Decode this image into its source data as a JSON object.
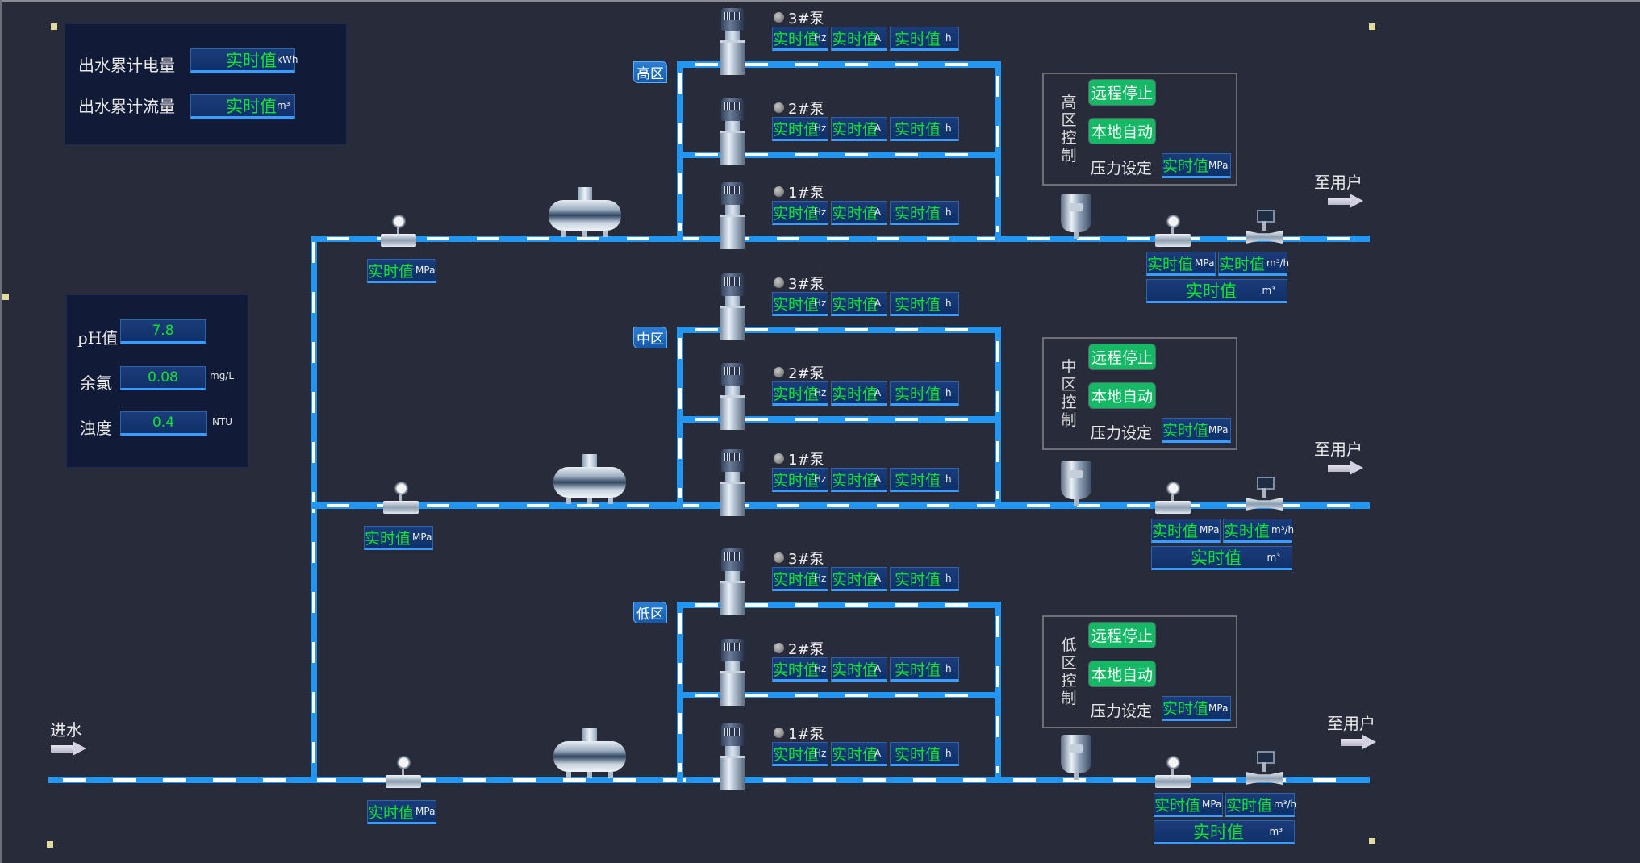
{
  "energy_panel": {
    "rows": [
      {
        "label": "出水累计电量",
        "value": "实时值",
        "unit": "kWh"
      },
      {
        "label": "出水累计流量",
        "value": "实时值",
        "unit": "m³"
      }
    ]
  },
  "quality_panel": {
    "rows": [
      {
        "label": "pH值",
        "value": "7.8",
        "unit": ""
      },
      {
        "label": "余氯",
        "value": "0.08",
        "unit": "mg/L"
      },
      {
        "label": "浊度",
        "value": "0.4",
        "unit": "NTU"
      }
    ]
  },
  "inlet": {
    "label": "进水"
  },
  "zones": [
    {
      "tag": "高区",
      "inlet_pressure": {
        "value": "实时值",
        "unit": "MPa"
      },
      "pumps": [
        {
          "name": "3#泵",
          "freq": "实时值",
          "freq_unit": "Hz",
          "current": "实时值",
          "current_unit": "A",
          "runtime": "实时值",
          "runtime_unit": "h"
        },
        {
          "name": "2#泵",
          "freq": "实时值",
          "freq_unit": "Hz",
          "current": "实时值",
          "current_unit": "A",
          "runtime": "实时值",
          "runtime_unit": "h"
        },
        {
          "name": "1#泵",
          "freq": "实时值",
          "freq_unit": "Hz",
          "current": "实时值",
          "current_unit": "A",
          "runtime": "实时值",
          "runtime_unit": "h"
        }
      ],
      "control": {
        "title": "高区控制",
        "remote_stop": "远程停止",
        "local_auto": "本地自动",
        "pressure_label": "压力设定",
        "pressure_value": "实时值",
        "pressure_unit": "MPa"
      },
      "outlet": {
        "pressure": "实时值",
        "pressure_unit": "MPa",
        "flow": "实时值",
        "flow_unit": "m³/h",
        "total": "实时值",
        "total_unit": "m³",
        "to_user": "至用户"
      }
    },
    {
      "tag": "中区",
      "inlet_pressure": {
        "value": "实时值",
        "unit": "MPa"
      },
      "pumps": [
        {
          "name": "3#泵",
          "freq": "实时值",
          "freq_unit": "Hz",
          "current": "实时值",
          "current_unit": "A",
          "runtime": "实时值",
          "runtime_unit": "h"
        },
        {
          "name": "2#泵",
          "freq": "实时值",
          "freq_unit": "Hz",
          "current": "实时值",
          "current_unit": "A",
          "runtime": "实时值",
          "runtime_unit": "h"
        },
        {
          "name": "1#泵",
          "freq": "实时值",
          "freq_unit": "Hz",
          "current": "实时值",
          "current_unit": "A",
          "runtime": "实时值",
          "runtime_unit": "h"
        }
      ],
      "control": {
        "title": "中区控制",
        "remote_stop": "远程停止",
        "local_auto": "本地自动",
        "pressure_label": "压力设定",
        "pressure_value": "实时值",
        "pressure_unit": "MPa"
      },
      "outlet": {
        "pressure": "实时值",
        "pressure_unit": "MPa",
        "flow": "实时值",
        "flow_unit": "m³/h",
        "total": "实时值",
        "total_unit": "m³",
        "to_user": "至用户"
      }
    },
    {
      "tag": "低区",
      "inlet_pressure": {
        "value": "实时值",
        "unit": "MPa"
      },
      "pumps": [
        {
          "name": "3#泵",
          "freq": "实时值",
          "freq_unit": "Hz",
          "current": "实时值",
          "current_unit": "A",
          "runtime": "实时值",
          "runtime_unit": "h"
        },
        {
          "name": "2#泵",
          "freq": "实时值",
          "freq_unit": "Hz",
          "current": "实时值",
          "current_unit": "A",
          "runtime": "实时值",
          "runtime_unit": "h"
        },
        {
          "name": "1#泵",
          "freq": "实时值",
          "freq_unit": "Hz",
          "current": "实时值",
          "current_unit": "A",
          "runtime": "实时值",
          "runtime_unit": "h"
        }
      ],
      "control": {
        "title": "低区控制",
        "remote_stop": "远程停止",
        "local_auto": "本地自动",
        "pressure_label": "压力设定",
        "pressure_value": "实时值",
        "pressure_unit": "MPa"
      },
      "outlet": {
        "pressure": "实时值",
        "pressure_unit": "MPa",
        "flow": "实时值",
        "flow_unit": "m³/h",
        "total": "实时值",
        "total_unit": "m³",
        "to_user": "至用户"
      }
    }
  ],
  "colors": {
    "pipe": "#2196f3",
    "value_text": "#11e034",
    "button": "#14b865",
    "background": "#282c3a"
  }
}
